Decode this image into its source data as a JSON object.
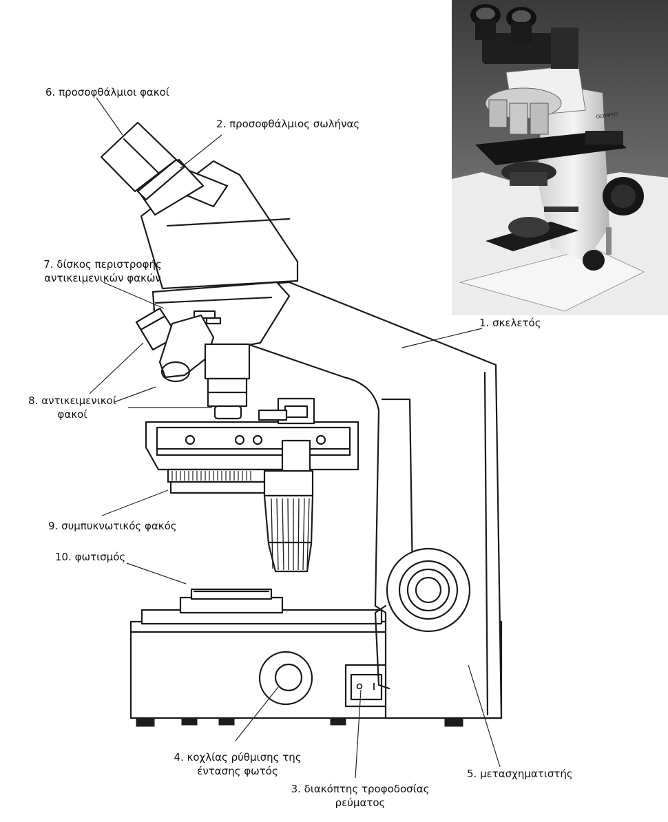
{
  "labels": {
    "eyepieces": "6. προσοφθάλμιοι φακοί",
    "eyepiece_tube": "2. προσοφθάλμιος σωλήνας",
    "revolver_line1": "7. δίσκος περιστροφής",
    "revolver_line2": "αντικειμενικών φακών",
    "frame": "1. σκελετός",
    "objectives_line1": "8. αντικειμενικοί",
    "objectives_line2": "φακοί",
    "condenser": "9. συμπυκνωτικός φακός",
    "illumination": "10. φωτισμός",
    "light_knob_line1": "4. κοχλίας ρύθμισης της",
    "light_knob_line2": "έντασης φωτός",
    "power_switch_line1": "3. διακόπτης τροφοδοσίας",
    "power_switch_line2": "ρεύματος",
    "transformer": "5. μετασχηματιστής"
  },
  "photo": {
    "brand_text": "OLYMPUS"
  }
}
